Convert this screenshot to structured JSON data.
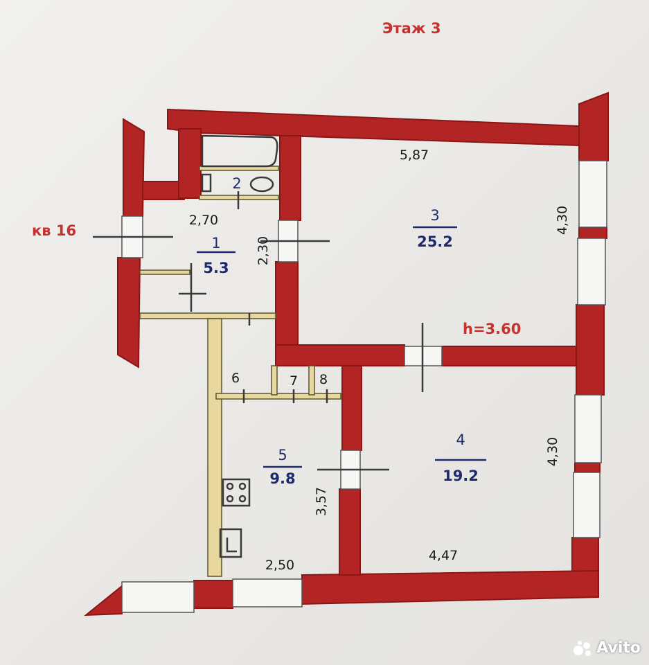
{
  "header": {
    "floor_label": "Этаж 3"
  },
  "apartment_label": "кв 16",
  "ceiling_height": "h=3.60",
  "rooms": [
    {
      "number": "1",
      "area": "5.3"
    },
    {
      "number": "2"
    },
    {
      "number": "3",
      "area": "25.2"
    },
    {
      "number": "4",
      "area": "19.2"
    },
    {
      "number": "5",
      "area": "9.8"
    },
    {
      "number": "6"
    },
    {
      "number": "7"
    },
    {
      "number": "8"
    }
  ],
  "dimensions": {
    "room3_width": "5,87",
    "room3_height": "4,30",
    "room1_width": "2,70",
    "room1_height": "2,30",
    "room4_height": "4,30",
    "room4_width": "4,47",
    "room5_height": "3,57",
    "room5_width": "2,50"
  },
  "colors": {
    "wall": "#b32424",
    "room_text": "#1f2a6e",
    "label_red": "#c8322e"
  },
  "watermark": {
    "text": "Avito",
    "icon": "avito-logo-icon"
  }
}
